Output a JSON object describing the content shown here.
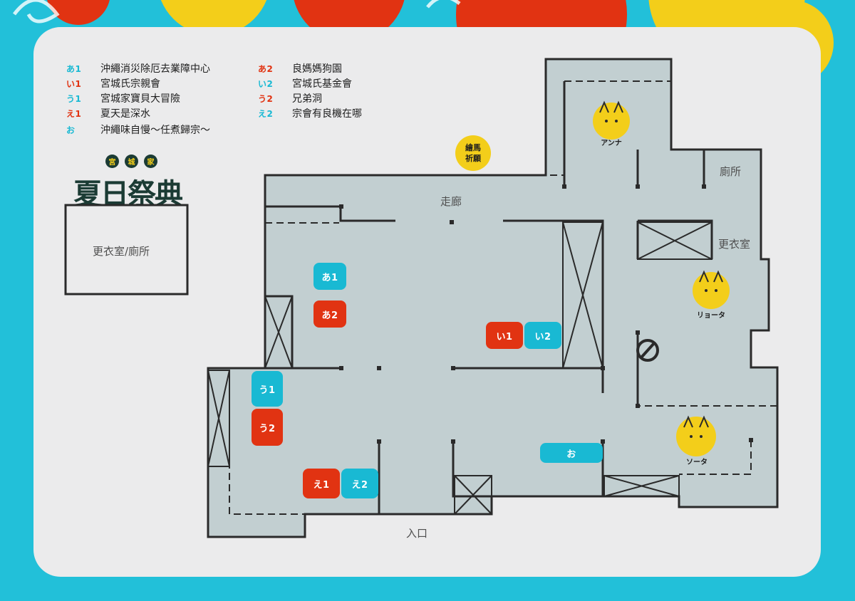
{
  "legend": [
    {
      "code": "あ1",
      "name": "沖繩消災除厄去業障中心",
      "color": "cyan"
    },
    {
      "code": "い1",
      "name": "宮城氏宗親會",
      "color": "red"
    },
    {
      "code": "う1",
      "name": "宮城家寶貝大冒險",
      "color": "cyan"
    },
    {
      "code": "え1",
      "name": "夏天是深水",
      "color": "red"
    },
    {
      "code": "お",
      "name": "沖繩味自慢〜任煮歸宗〜",
      "color": "cyan"
    },
    {
      "code": "あ2",
      "name": "良媽媽狗園",
      "color": "red"
    },
    {
      "code": "い2",
      "name": "宮城氏基金會",
      "color": "cyan"
    },
    {
      "code": "う2",
      "name": "兄弟洞",
      "color": "red"
    },
    {
      "code": "え2",
      "name": "宗會有良機在哪",
      "color": "cyan"
    }
  ],
  "logo": {
    "title": "夏日祭典",
    "sub": [
      "宮",
      "城",
      "家"
    ]
  },
  "rooms": {
    "restroom_box": "更衣室/廁所",
    "corridor": "走廊",
    "toilet": "廁所",
    "changing_room": "更衣室",
    "entrance": "入口"
  },
  "ema": {
    "line1": "繪馬",
    "line2": "祈願"
  },
  "characters": [
    "アンナ",
    "リョータ",
    "ソータ"
  ],
  "booths": {
    "a1": "あ1",
    "a2": "あ2",
    "i1": "い1",
    "i2": "い2",
    "u1": "う1",
    "u2": "う2",
    "e1": "え1",
    "e2": "え2",
    "o": "お"
  },
  "colors": {
    "red": "#e13312",
    "cyan": "#19b9d3",
    "yellow": "#f3ce1a",
    "floor": "#c2cfd1",
    "background": "#22c0d9"
  }
}
